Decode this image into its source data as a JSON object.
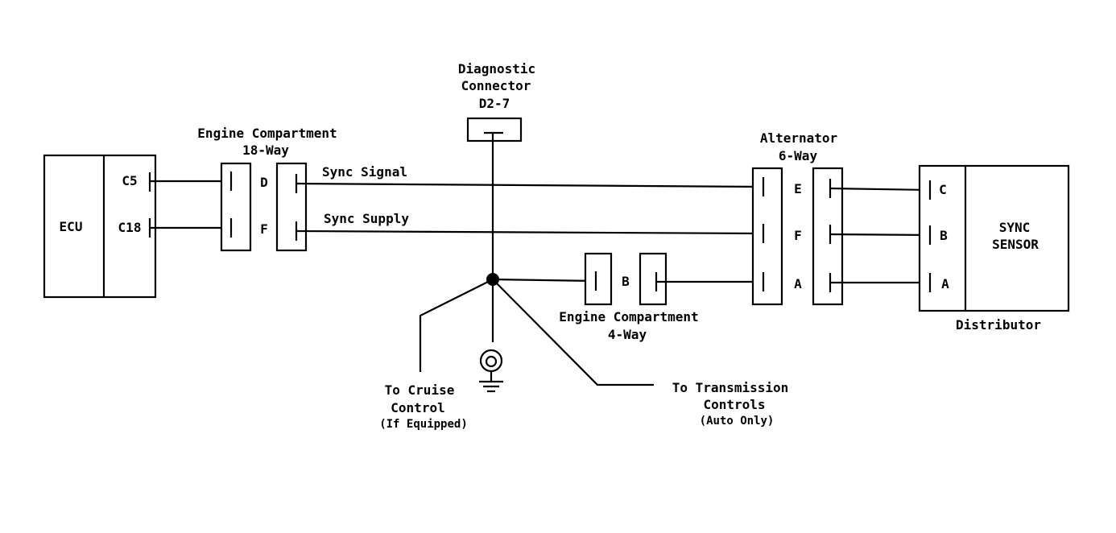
{
  "ecu": {
    "label": "ECU",
    "pins": [
      "C5",
      "C18"
    ]
  },
  "engine_compartment_18way": {
    "title_line1": "Engine Compartment",
    "title_line2": "18-Way",
    "pins": [
      "D",
      "F"
    ]
  },
  "diagnostic_connector": {
    "title_line1": "Diagnostic",
    "title_line2": "Connector",
    "title_line3": "D2-7"
  },
  "wires": {
    "sync_signal": "Sync Signal",
    "sync_supply": "Sync Supply"
  },
  "alternator_6way": {
    "title_line1": "Alternator",
    "title_line2": "6-Way",
    "pins": [
      "E",
      "F",
      "A"
    ]
  },
  "engine_compartment_4way": {
    "title_line1": "Engine Compartment",
    "title_line2": "4-Way",
    "pin": "B"
  },
  "sync_sensor": {
    "label_line1": "SYNC",
    "label_line2": "SENSOR",
    "pins": [
      "C",
      "B",
      "A"
    ],
    "distributor": "Distributor"
  },
  "cruise_control": {
    "line1": "To Cruise",
    "line2": "Control",
    "line3": "(If Equipped)"
  },
  "transmission_controls": {
    "line1": "To Transmission",
    "line2": "Controls",
    "line3": "(Auto Only)"
  },
  "colors": {
    "ink": "#000000",
    "paper": "#ffffff"
  }
}
